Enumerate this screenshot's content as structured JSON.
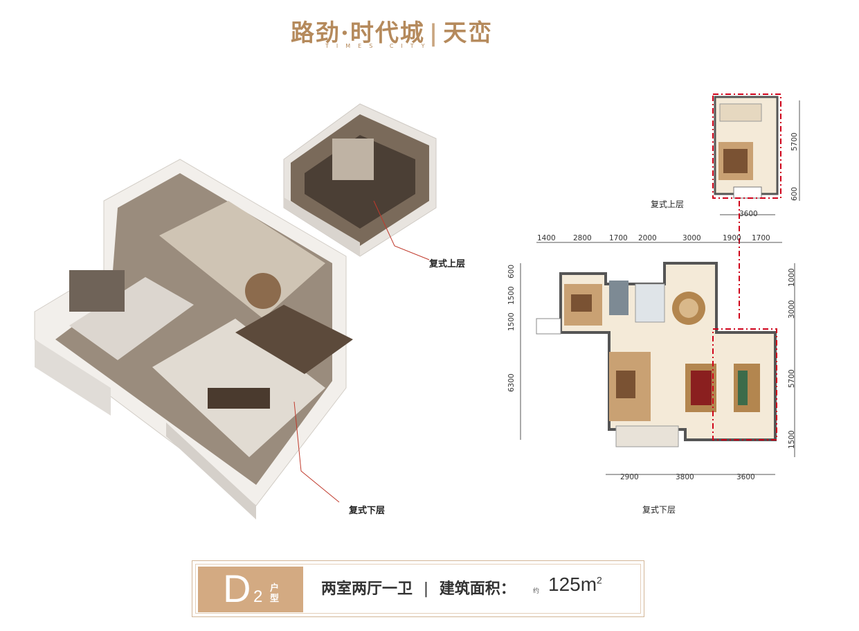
{
  "brand": {
    "name": "路劲·时代城",
    "series": "天峦",
    "english": "TIMES CITY",
    "color": "#b58a5c"
  },
  "labels": {
    "upper_render": "复式上层",
    "lower_render": "复式下层",
    "upper_plan": "复式上层",
    "lower_plan": "复式下层"
  },
  "plan_upper": {
    "dims_right": [
      "5700",
      "600"
    ],
    "dims_bottom": [
      "3600"
    ]
  },
  "plan_lower": {
    "dims_top": [
      "1400",
      "2800",
      "1700",
      "2000",
      "3000",
      "1900",
      "1700"
    ],
    "dims_left": [
      "600",
      "1500",
      "1500",
      "6300"
    ],
    "dims_right": [
      "1000",
      "3000",
      "5700",
      "1500"
    ],
    "dims_bottom": [
      "2900",
      "3800",
      "3600"
    ]
  },
  "unit": {
    "type_letter": "D",
    "type_num": "2",
    "unit_word": "户型",
    "layout": "两室两厅一卫",
    "area_label": "建筑面积：",
    "area_prefix": "约",
    "area_value": "125m",
    "area_sup": "2",
    "accent": "#d3aa82"
  }
}
